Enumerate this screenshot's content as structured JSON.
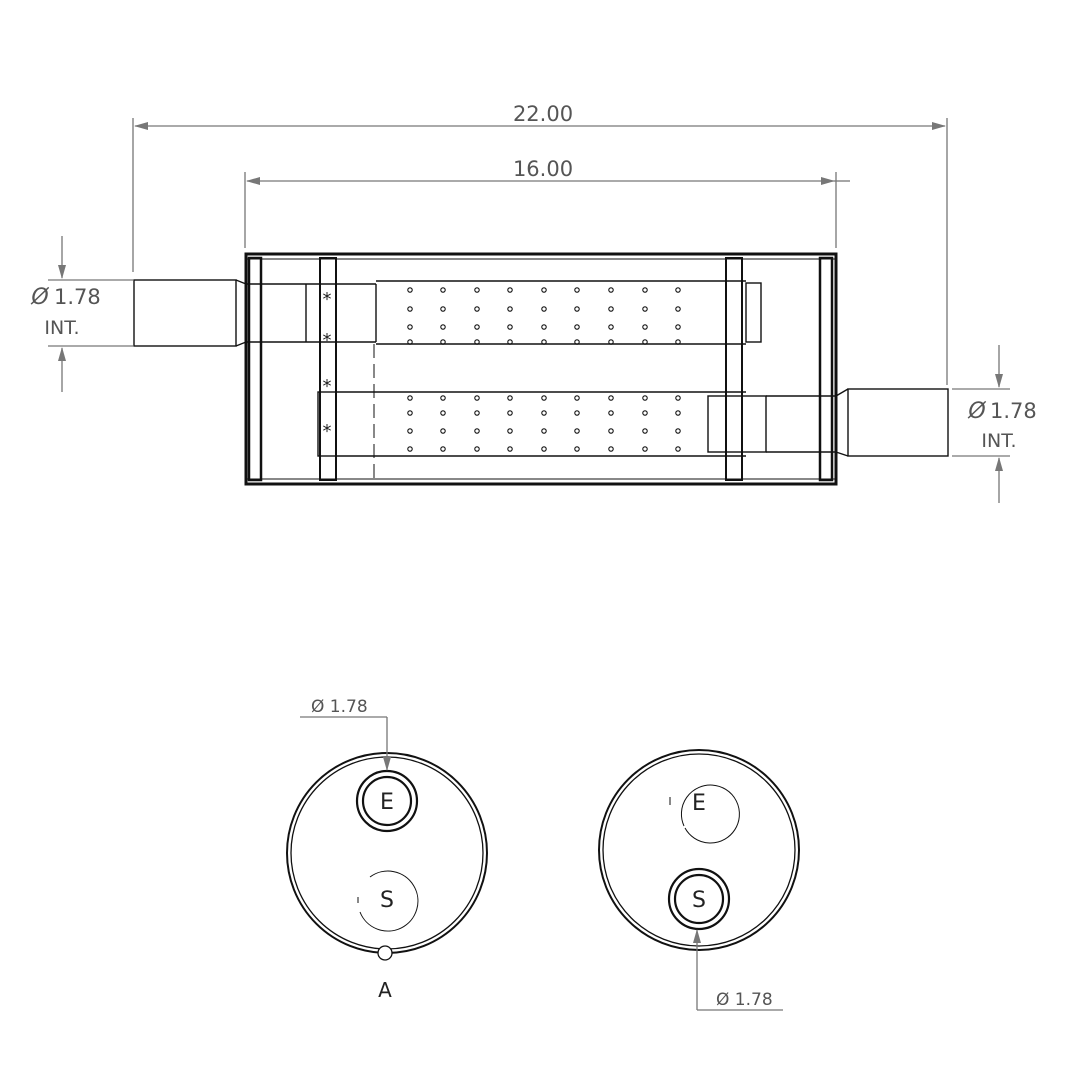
{
  "dimensions": {
    "overall_length": "22.00",
    "body_length": "16.00",
    "inlet_diameter": {
      "symbol": "Ø",
      "value": "1.78",
      "suffix": "INT."
    },
    "outlet_diameter": {
      "symbol": "Ø",
      "value": "1.78",
      "suffix": "INT."
    }
  },
  "weld_marks": [
    "*",
    "*",
    "*",
    "*"
  ],
  "end_view_inlet": {
    "diameter_callout": "Ø 1.78",
    "top_port_label": "E",
    "bottom_port_label": "S",
    "reference_label": "A"
  },
  "end_view_outlet": {
    "diameter_callout": "Ø 1.78",
    "top_port_label": "E",
    "bottom_port_label": "S"
  },
  "colors": {
    "line": "#111111",
    "dimension": "#777777",
    "text": "#555555"
  }
}
